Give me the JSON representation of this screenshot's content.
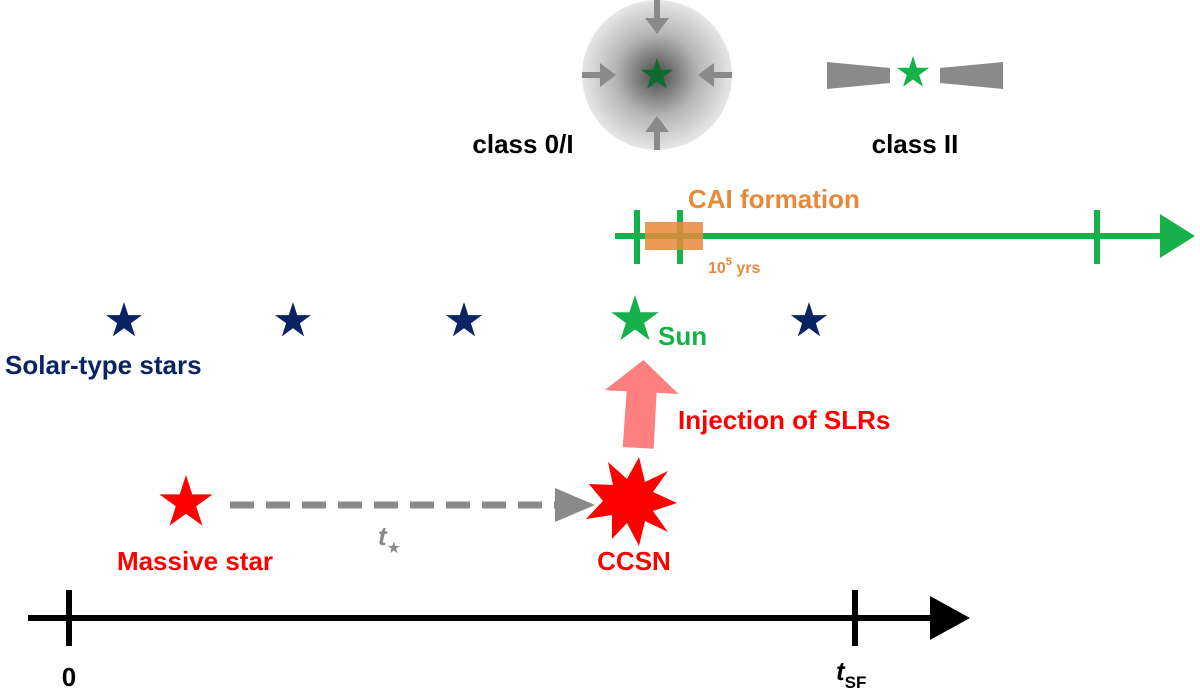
{
  "colors": {
    "black": "#000000",
    "navy": "#0a2463",
    "green": "#16b14b",
    "dark_green": "#0e6b30",
    "red": "#ff0000",
    "orange": "#e8893a",
    "gray": "#8a8a8a",
    "pink": "#ff8080"
  },
  "labels": {
    "class_0i": "class 0/I",
    "class_ii": "class II",
    "cai_formation": "CAI formation",
    "years_base": "10",
    "years_exp": "5",
    "years_unit": " yrs",
    "sun": "Sun",
    "solar_type_stars": "Solar-type stars",
    "injection": "Injection of SLRs",
    "massive_star": "Massive star",
    "t_star_symbol": "t",
    "t_star_sub": "★",
    "ccsn": "CCSN",
    "zero": "0",
    "t_sf_symbol": "t",
    "t_sf_sub": "SF"
  },
  "icons": {
    "navy_star": "star-icon",
    "sun_star": "star-icon",
    "massive_star": "star-icon",
    "ccsn": "explosion-icon",
    "collapsing_core": "collapsing-cloud-icon",
    "disk": "protoplanetary-disk-icon"
  }
}
